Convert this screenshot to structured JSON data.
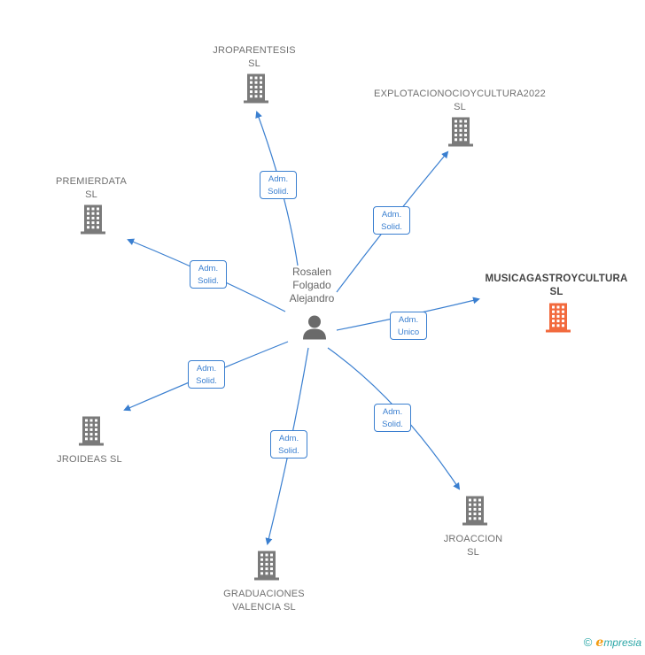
{
  "person": {
    "name_lines": [
      "Rosalen",
      "Folgado",
      "Alejandro"
    ],
    "icon": "person-icon"
  },
  "companies": [
    {
      "id": "jroparentesis",
      "lines": [
        "JROPARENTESIS",
        "SL"
      ],
      "highlight": false
    },
    {
      "id": "explotacion",
      "lines": [
        "EXPLOTACIONOCIOYCULTURA2022",
        "SL"
      ],
      "highlight": false
    },
    {
      "id": "premierdata",
      "lines": [
        "PREMIERDATA",
        "SL"
      ],
      "highlight": false
    },
    {
      "id": "musicagastro",
      "lines": [
        "MUSICAGASTROYCULTURA",
        "SL"
      ],
      "highlight": true
    },
    {
      "id": "jroideas",
      "lines": [
        "JROIDEAS  SL"
      ],
      "highlight": false
    },
    {
      "id": "jroaccion",
      "lines": [
        "JROACCION",
        "SL"
      ],
      "highlight": false
    },
    {
      "id": "graduaciones",
      "lines": [
        "GRADUACIONES",
        "VALENCIA  SL"
      ],
      "highlight": false
    }
  ],
  "roles": [
    {
      "target": "jroparentesis",
      "lines": [
        "Adm.",
        "Solid."
      ]
    },
    {
      "target": "explotacion",
      "lines": [
        "Adm.",
        "Solid."
      ]
    },
    {
      "target": "premierdata",
      "lines": [
        "Adm.",
        "Solid."
      ]
    },
    {
      "target": "musicagastro",
      "lines": [
        "Adm.",
        "Unico"
      ]
    },
    {
      "target": "jroideas",
      "lines": [
        "Adm.",
        "Solid."
      ]
    },
    {
      "target": "jroaccion",
      "lines": [
        "Adm.",
        "Solid."
      ]
    },
    {
      "target": "graduaciones",
      "lines": [
        "Adm.",
        "Solid."
      ]
    }
  ],
  "colors": {
    "edge": "#3a7fd0",
    "building": "#7a7a7a",
    "building_highlight": "#f26a3d",
    "person": "#6a6a6a"
  },
  "footer": {
    "copyright": "©",
    "brand_e": "e",
    "brand_rest": "mpresia"
  }
}
